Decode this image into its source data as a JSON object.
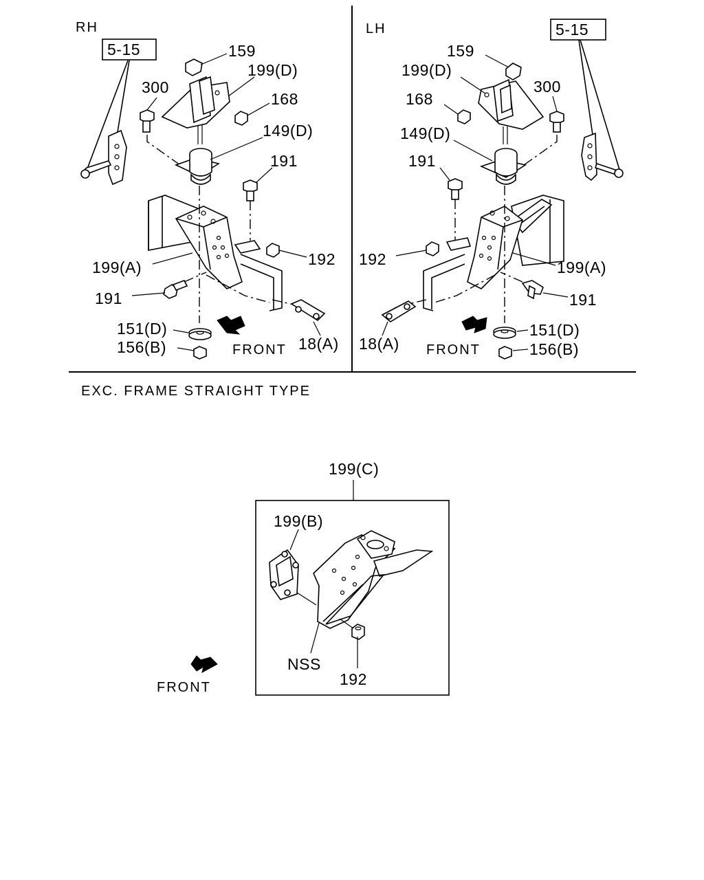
{
  "panels": {
    "rh": {
      "side_label": "RH",
      "ref_box": "5-15",
      "callouts": {
        "p159": "159",
        "p199d": "199(D)",
        "p300": "300",
        "p168": "168",
        "p149d": "149(D)",
        "p191a": "191",
        "p192": "192",
        "p199a": "199(A)",
        "p191b": "191",
        "p151d": "151(D)",
        "p156b": "156(B)",
        "p18a": "18(A)"
      },
      "front_label": "FRONT"
    },
    "lh": {
      "side_label": "LH",
      "ref_box": "5-15",
      "callouts": {
        "p159": "159",
        "p199d": "199(D)",
        "p168": "168",
        "p300": "300",
        "p149d": "149(D)",
        "p191a": "191",
        "p192": "192",
        "p199a": "199(A)",
        "p191b": "191",
        "p18a": "18(A)",
        "p151d": "151(D)",
        "p156b": "156(B)"
      },
      "front_label": "FRONT"
    },
    "variant": {
      "caption": "EXC. FRAME STRAIGHT TYPE",
      "callouts": {
        "p199c": "199(C)",
        "p199b": "199(B)",
        "nss": "NSS",
        "p192": "192"
      },
      "front_label": "FRONT"
    }
  }
}
